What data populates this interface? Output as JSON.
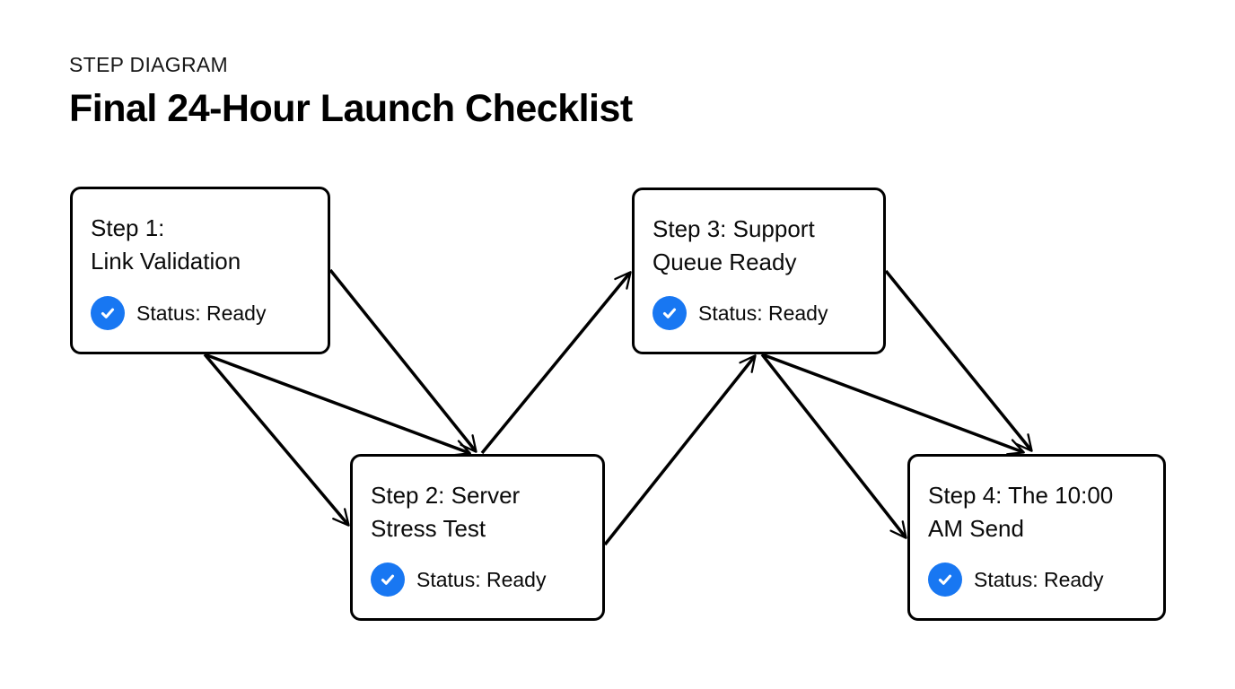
{
  "header": {
    "eyebrow": "STEP DIAGRAM",
    "title": "Final 24-Hour Launch Checklist"
  },
  "colors": {
    "accent_blue": "#1877F2",
    "line_black": "#000000",
    "background": "#FFFFFF"
  },
  "nodes": [
    {
      "id": "step1",
      "title": "Step 1:\nLink Validation",
      "status": "Status: Ready",
      "status_icon": "check-circle"
    },
    {
      "id": "step2",
      "title": "Step 2: Server\nStress Test",
      "status": "Status: Ready",
      "status_icon": "check-circle"
    },
    {
      "id": "step3",
      "title": "Step 3: Support\nQueue Ready",
      "status": "Status: Ready",
      "status_icon": "check-circle"
    },
    {
      "id": "step4",
      "title": "Step 4: The 10:00\nAM Send",
      "status": "Status: Ready",
      "status_icon": "check-circle"
    }
  ],
  "edges": [
    {
      "from": "step1",
      "to": "step2",
      "source_anchor": "right",
      "target_anchor": "top"
    },
    {
      "from": "step1",
      "to": "step2",
      "source_anchor": "bottom",
      "target_anchor": "top"
    },
    {
      "from": "step1",
      "to": "step2",
      "source_anchor": "bottom",
      "target_anchor": "left"
    },
    {
      "from": "step2",
      "to": "step3",
      "source_anchor": "top",
      "target_anchor": "left"
    },
    {
      "from": "step2",
      "to": "step3",
      "source_anchor": "right",
      "target_anchor": "bottom"
    },
    {
      "from": "step3",
      "to": "step4",
      "source_anchor": "bottom",
      "target_anchor": "top"
    },
    {
      "from": "step3",
      "to": "step4",
      "source_anchor": "bottom",
      "target_anchor": "left"
    },
    {
      "from": "step3",
      "to": "step4",
      "source_anchor": "right",
      "target_anchor": "top"
    }
  ]
}
